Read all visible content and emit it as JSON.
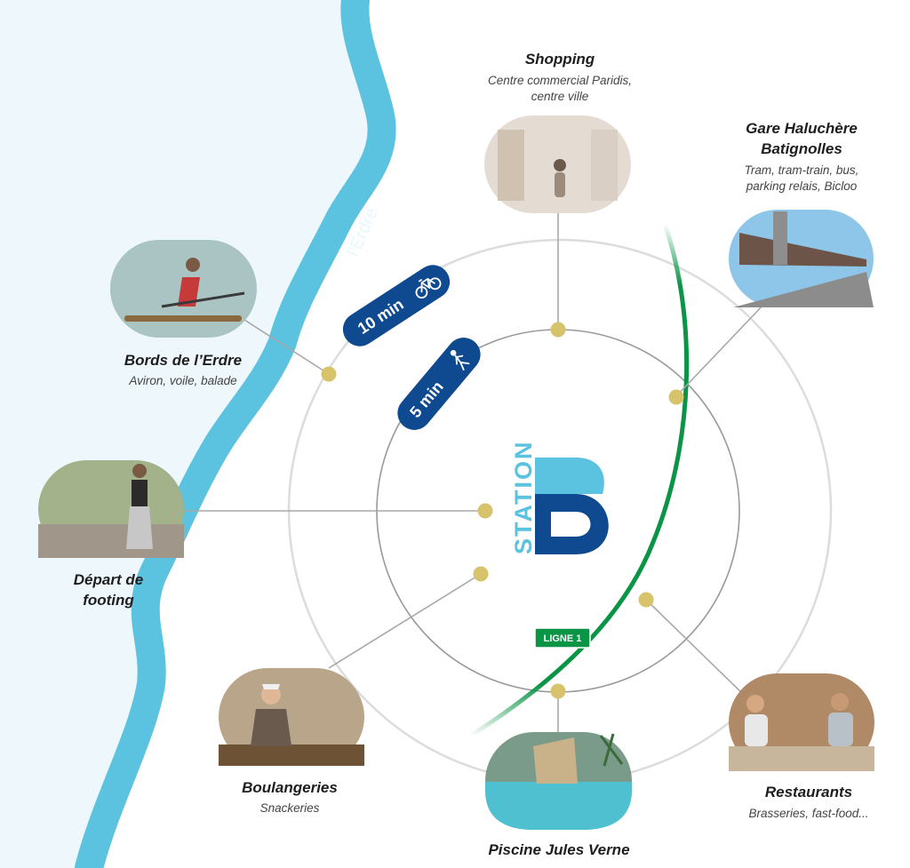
{
  "map": {
    "river_label": "l'Erdre",
    "station": {
      "word": "STATION",
      "letter": "B"
    },
    "tram_line_label": "LIGNE 1",
    "rings": [
      {
        "label": "5 min",
        "mode_icon": "pedestrian-icon"
      },
      {
        "label": "10 min",
        "mode_icon": "bicycle-icon"
      }
    ],
    "points_of_interest": [
      {
        "id": "shopping",
        "title_lines": [
          "Shopping"
        ],
        "subtitle_lines": [
          "Centre commercial Paridis,",
          "centre ville"
        ],
        "photo": "shopping-mall-photo"
      },
      {
        "id": "gare",
        "title_lines": [
          "Gare Haluchère",
          "Batignolles"
        ],
        "subtitle_lines": [
          "Tram, tram-train, bus,",
          "parking relais, Bicloo"
        ],
        "photo": "train-station-photo"
      },
      {
        "id": "erdre",
        "title_lines": [
          "Bords de l’Erdre"
        ],
        "subtitle_lines": [
          "Aviron, voile, balade"
        ],
        "photo": "rowing-photo"
      },
      {
        "id": "footing",
        "title_lines": [
          "Départ de",
          "footing"
        ],
        "subtitle_lines": [],
        "photo": "jogging-photo"
      },
      {
        "id": "boulangeries",
        "title_lines": [
          "Boulangeries"
        ],
        "subtitle_lines": [
          "Snackeries"
        ],
        "photo": "bakery-photo"
      },
      {
        "id": "piscine",
        "title_lines": [
          "Piscine Jules Verne"
        ],
        "subtitle_lines": [],
        "photo": "swimming-pool-photo"
      },
      {
        "id": "restaurants",
        "title_lines": [
          "Restaurants"
        ],
        "subtitle_lines": [
          "Brasseries, fast-food..."
        ],
        "photo": "restaurant-photo"
      }
    ]
  },
  "colors": {
    "river": "#5bc2df",
    "river_bank": "#eef7fc",
    "navy": "#0f4a91",
    "station_light_blue": "#5bc2df",
    "tram_green": "#0a9446",
    "marker_gold": "#d6c36b",
    "connector_gray": "#a8a8a8"
  }
}
